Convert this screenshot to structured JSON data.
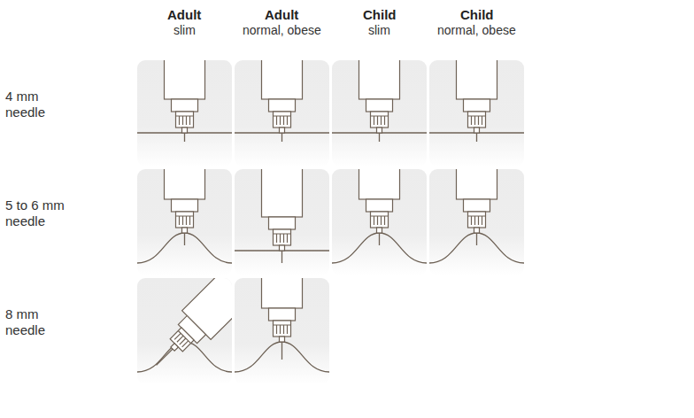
{
  "diagram": {
    "labels": [
      "Adult",
      "slim",
      "Adult",
      "normal, obese",
      "Child",
      "slim",
      "Child",
      "normal, obese",
      "4 mm needle",
      "5 to 6 mm needle",
      "8 mm needle"
    ]
  }
}
